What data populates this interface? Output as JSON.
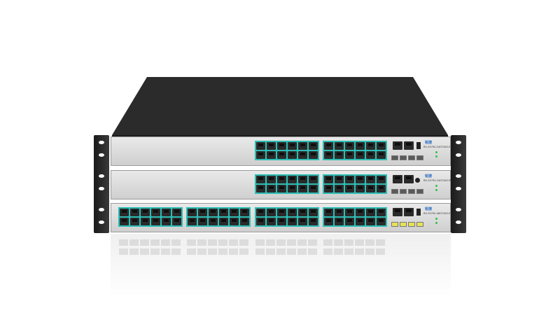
{
  "scene": {
    "background_color": "#ffffff",
    "chassis_color": "#2b2b2b",
    "panel_color": "#d8d8d8",
    "port_accent_color": "#2dbdb5",
    "sfp_accent_color": "#e8e255",
    "led_color": "#2ec24a"
  },
  "units": [
    {
      "brand": "锐捷",
      "model": "RG-S5750-24GT4XS-E"
    },
    {
      "brand": "锐捷",
      "model": "RG-S5750-24GT4XS-PE"
    },
    {
      "brand": "锐捷",
      "model": "RG-S5750-48GT4XS-E"
    }
  ]
}
